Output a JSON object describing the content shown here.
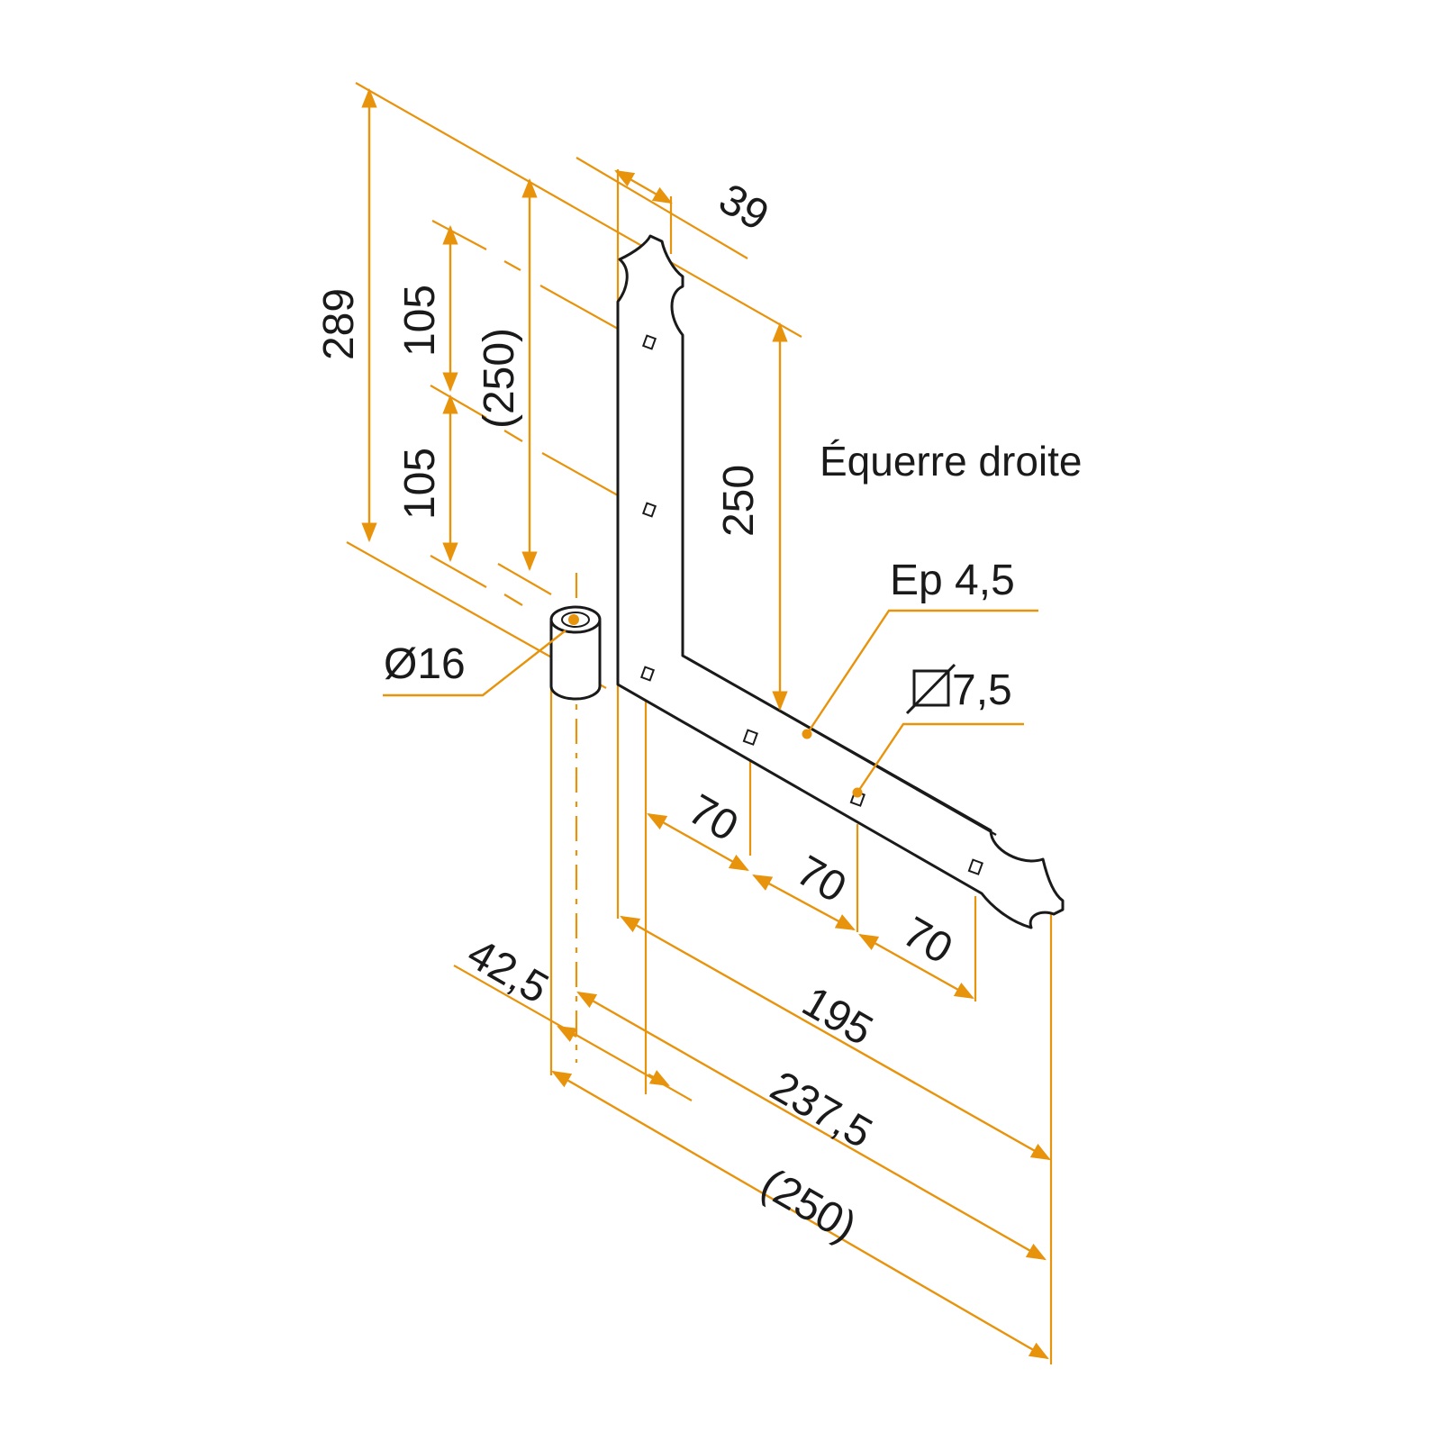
{
  "title": "Équerre droite",
  "thickness_label": "Ep 4,5",
  "hole_label": "7,5",
  "pin_label": "Ø16",
  "dims": {
    "total_height": "289",
    "upper_spacing": "105",
    "lower_spacing": "105",
    "vertical_ref": "(250)",
    "strap_width": "39",
    "vertical_leg": "250",
    "hole_spacing_1": "70",
    "hole_spacing_2": "70",
    "hole_spacing_3": "70",
    "offset": "42,5",
    "leg_195": "195",
    "leg_237": "237,5",
    "horizontal_ref": "(250)"
  },
  "colors": {
    "dimension": "#E8930C",
    "part": "#1a1a1a"
  },
  "icons": {
    "hole_symbol": "diameter-icon"
  }
}
